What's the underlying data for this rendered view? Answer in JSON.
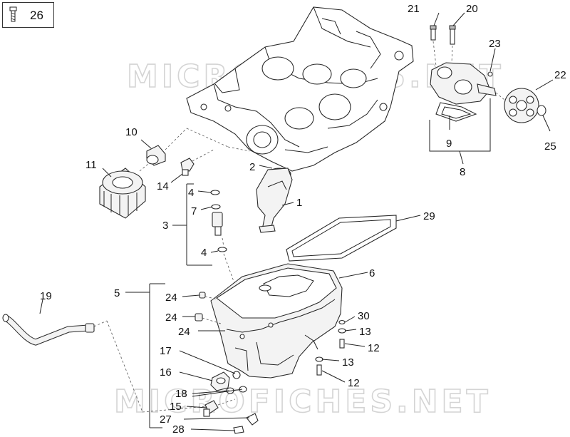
{
  "watermark": "MICROFICHES.NET",
  "legend": {
    "label": "26",
    "icon": "screw-icon"
  },
  "callouts": {
    "c1": "1",
    "c2": "2",
    "c3": "3",
    "c4a": "4",
    "c4b": "4",
    "c5": "5",
    "c6": "6",
    "c7": "7",
    "c8": "8",
    "c9": "9",
    "c10": "10",
    "c11": "11",
    "c12a": "12",
    "c12b": "12",
    "c13a": "13",
    "c13b": "13",
    "c14": "14",
    "c15": "15",
    "c16": "16",
    "c17": "17",
    "c18": "18",
    "c19": "19",
    "c20": "20",
    "c21": "21",
    "c22": "22",
    "c23": "23",
    "c24a": "24",
    "c24b": "24",
    "c24c": "24",
    "c25": "25",
    "c27": "27",
    "c28": "28",
    "c29": "29",
    "c30": "30"
  }
}
